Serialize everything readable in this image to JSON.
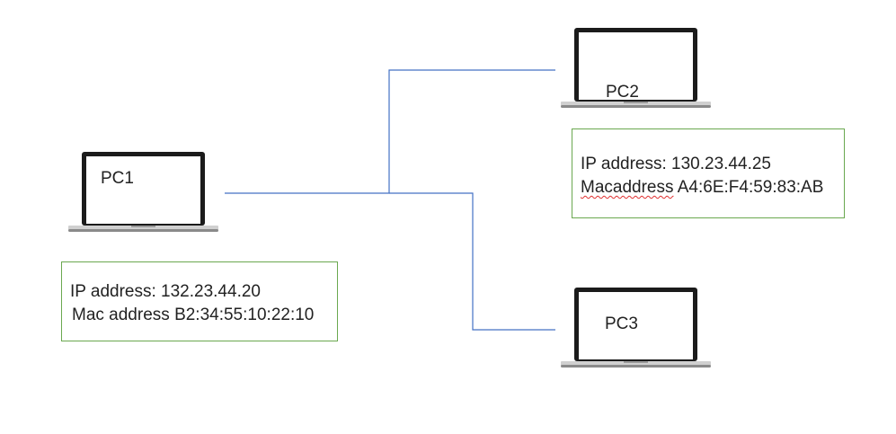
{
  "nodes": {
    "pc1": {
      "label": "PC1",
      "ip_line": "IP address: 132.23.44.20",
      "mac_prefix": "Mac address",
      "mac_value": "B2:34:55:10:22:10"
    },
    "pc2": {
      "label": "PC2",
      "ip_line": "IP address: 130.23.44.25",
      "mac_prefix": "Macaddress",
      "mac_value": "A4:6E:F4:59:83:AB",
      "mac_prefix_spellcheck_underline": true
    },
    "pc3": {
      "label": "PC3"
    }
  },
  "colors": {
    "wire": "#4472c4",
    "box_border": "#6aa84f",
    "spellcheck_underline": "#e03030"
  },
  "icons": {
    "laptop": "laptop-icon"
  }
}
